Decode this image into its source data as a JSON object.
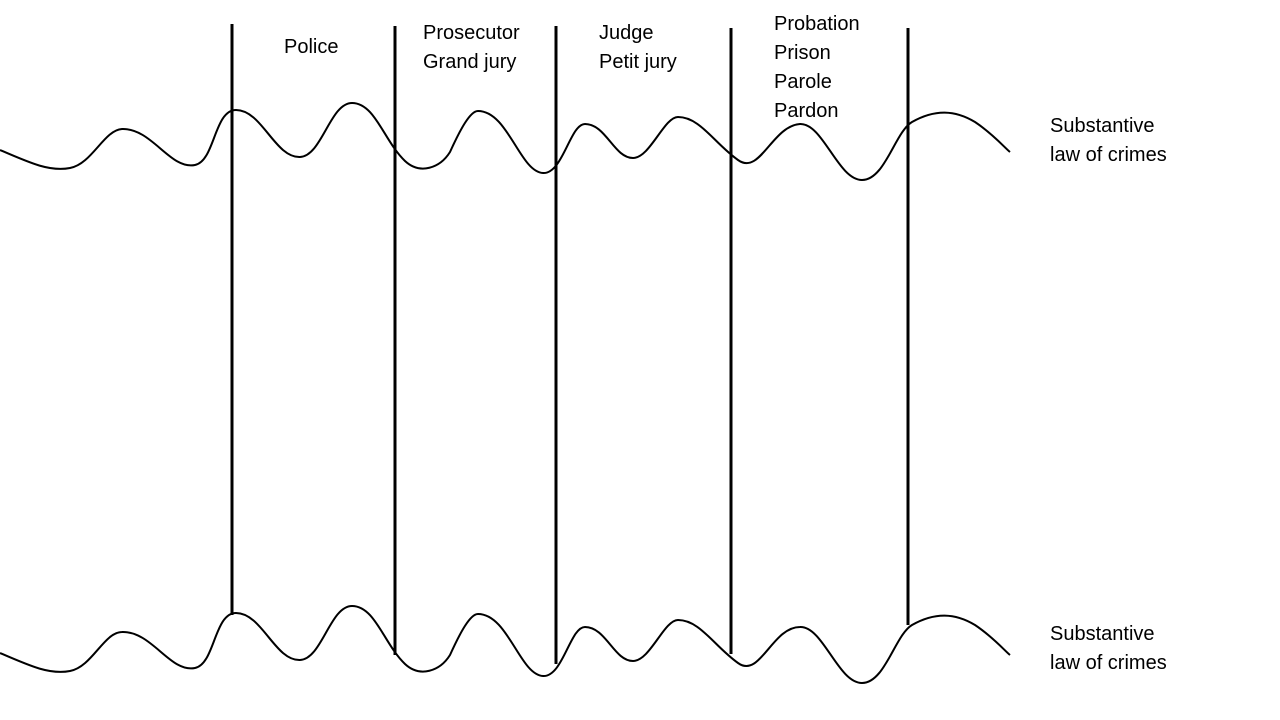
{
  "stages": {
    "police": [
      "Police"
    ],
    "prosecution": [
      "Prosecutor",
      "Grand jury"
    ],
    "trial": [
      "Judge",
      "Petit jury"
    ],
    "corrections": [
      "Probation",
      "Prison",
      "Parole",
      "Pardon"
    ]
  },
  "boundaries": {
    "top": [
      "Substantive",
      "law of crimes"
    ],
    "bottom": [
      "Substantive",
      "law of crimes"
    ]
  },
  "colors": {
    "line": "#000000",
    "background": "#ffffff"
  }
}
